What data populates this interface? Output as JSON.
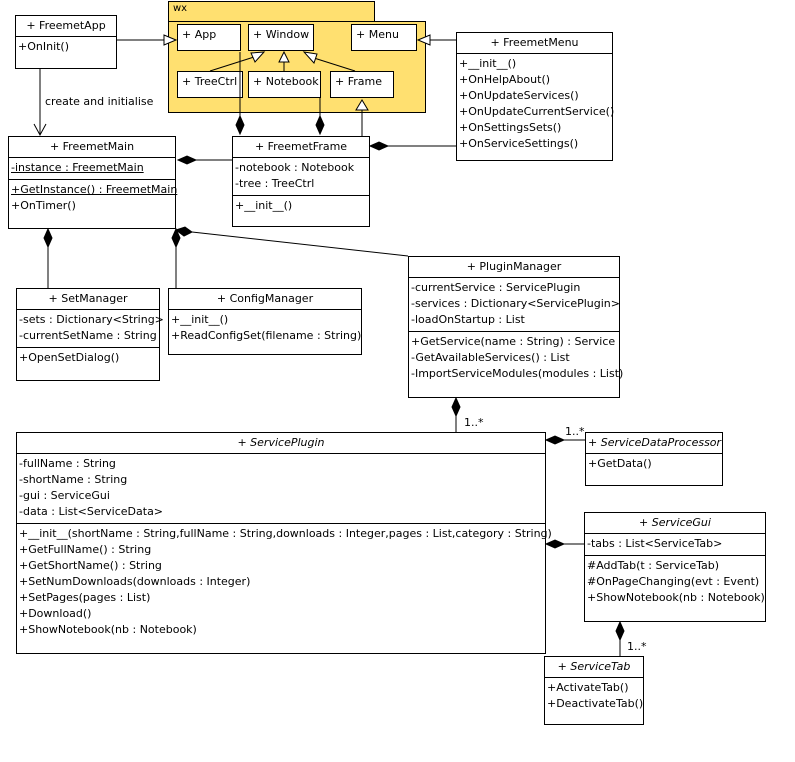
{
  "package": {
    "name": "wx",
    "classes": [
      "+ App",
      "+ Window",
      "+ Menu",
      "+ TreeCtrl",
      "+ Notebook",
      "+ Frame"
    ]
  },
  "freemet_app": {
    "title": "+ FreemetApp",
    "methods": [
      "+OnInit()"
    ]
  },
  "freemet_menu": {
    "title": "+ FreemetMenu",
    "methods": [
      "+__init__()",
      "+OnHelpAbout()",
      "+OnUpdateServices()",
      "+OnUpdateCurrentService()",
      "+OnSettingsSets()",
      "+OnServiceSettings()"
    ]
  },
  "freemet_main": {
    "title": "+ FreemetMain",
    "attributes": [
      "-instance : FreemetMain"
    ],
    "methods": [
      "+GetInstance() : FreemetMain",
      "+OnTimer()"
    ]
  },
  "freemet_frame": {
    "title": "+ FreemetFrame",
    "attributes": [
      "-notebook : Notebook",
      "-tree : TreeCtrl"
    ],
    "methods": [
      "+__init__()"
    ]
  },
  "set_manager": {
    "title": "+ SetManager",
    "attributes": [
      "-sets : Dictionary<String>",
      "-currentSetName : String"
    ],
    "methods": [
      "+OpenSetDialog()"
    ]
  },
  "config_manager": {
    "title": "+ ConfigManager",
    "methods": [
      "+__init__()",
      "+ReadConfigSet(filename : String)"
    ]
  },
  "plugin_manager": {
    "title": "+ PluginManager",
    "attributes": [
      "-currentService : ServicePlugin",
      "-services : Dictionary<ServicePlugin>",
      "-loadOnStartup : List"
    ],
    "methods": [
      "+GetService(name : String) : Service",
      "-GetAvailableServices() : List",
      "-ImportServiceModules(modules : List)"
    ]
  },
  "service_plugin": {
    "title": "+ ServicePlugin",
    "attributes": [
      "-fullName : String",
      "-shortName : String",
      "-gui : ServiceGui",
      "-data : List<ServiceData>"
    ],
    "methods": [
      "+__init__(shortName : String,fullName : String,downloads : Integer,pages : List,category : String)",
      "+GetFullName() : String",
      "+GetShortName() : String",
      "+SetNumDownloads(downloads : Integer)",
      "+SetPages(pages : List)",
      "+Download()",
      "+ShowNotebook(nb : Notebook)"
    ]
  },
  "service_data_processor": {
    "title": "+ ServiceDataProcessor",
    "methods": [
      "+GetData()"
    ]
  },
  "service_gui": {
    "title": "+ ServiceGui",
    "attributes": [
      "-tabs : List<ServiceTab>"
    ],
    "methods": [
      "#AddTab(t : ServiceTab)",
      "#OnPageChanging(evt : Event)",
      "+ShowNotebook(nb : Notebook)"
    ]
  },
  "service_tab": {
    "title": "+ ServiceTab",
    "methods": [
      "+ActivateTab()",
      "+DeactivateTab()"
    ]
  },
  "labels": {
    "create": "create and initialise",
    "mult_plugins": "1..*",
    "mult_processor": "1..*",
    "mult_tabs": "1..*"
  }
}
